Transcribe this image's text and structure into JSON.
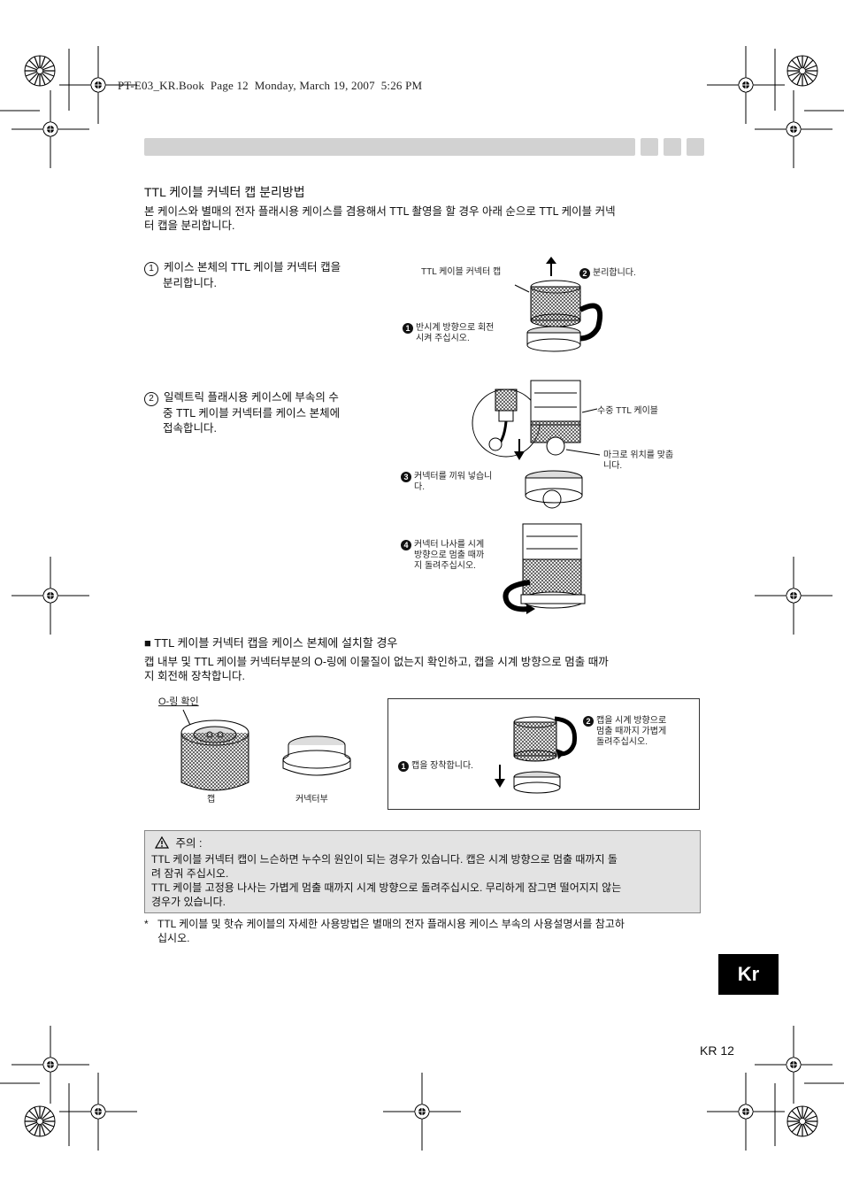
{
  "header": {
    "file_line": "PT-E03_KR.Book  Page 12  Monday, March 19, 2007  5:26 PM"
  },
  "section": {
    "title": "TTL 케이블 커넥터 캡 분리방법",
    "intro_line1": "본 케이스와 별매의 전자 플래시용 케이스를 겸용해서 TTL 촬영을 할 경우 아래 순으로 TTL 케이블 커넥",
    "intro_line2": "터 캡을 분리합니다."
  },
  "step1": {
    "num": "1",
    "line1": "케이스 본체의 TTL 케이블 커넥터 캡을",
    "line2": "분리합니다.",
    "fig": {
      "cap_label": "TTL 케이블 커넥터 캡",
      "label_2": "분리합니다.",
      "label_1_line1": "반시계 방향으로 회전",
      "label_1_line2": "시켜 주십시오."
    }
  },
  "step2": {
    "num": "2",
    "line1": "일렉트릭 플래시용 케이스에 부속의 수",
    "line2": "중 TTL 케이블 커넥터를 케이스 본체에",
    "line3": "접속합니다.",
    "fig": {
      "cable_label": "수중 TTL 케이블",
      "mark_line1": "마크로 위치를 맞춥",
      "mark_line2": "니다.",
      "label_3_line1": "커넥터를 끼워 넣습니",
      "label_3_line2": "다.",
      "label_4_line1": "커넥터 나사를 시계",
      "label_4_line2": "방향으로 멈출 때까",
      "label_4_line3": "지 돌려주십시오."
    }
  },
  "install": {
    "title": "■ TTL 케이블 커넥터 캡을 케이스 본체에 설치할 경우",
    "line1": "캡 내부 및 TTL 케이블 커넥터부분의 O-링에 이물질이 없는지 확인하고, 캡을 시계 방향으로 멈출 때까",
    "line2": "지 회전해 장착합니다.",
    "oring_label": "O-링 확인",
    "cap_label": "캡",
    "connector_label": "커넥터부",
    "box": {
      "label_1": "캡을 장착합니다.",
      "label_2_line1": "캡을 시계 방향으로",
      "label_2_line2": "멈출 때까지 가볍게",
      "label_2_line3": "돌려주십시오."
    }
  },
  "caution": {
    "title": "주의 :",
    "line1": "TTL 케이블 커넥터 캡이 느슨하면 누수의 원인이 되는 경우가 있습니다. 캡은 시계 방향으로 멈출 때까지 돌",
    "line2": "려 잠궈 주십시오.",
    "line3": "TTL 케이블 고정용 나사는 가볍게 멈출 때까지 시계 방향으로 돌려주십시오. 무리하게 잠그면 떨어지지 않는",
    "line4": "경우가 있습니다."
  },
  "footnote": {
    "mark": "*",
    "line1": "TTL 케이블 및 핫슈 케이블의 자세한 사용방법은 별매의 전자 플래시용 케이스 부속의 사용설명서를 참고하",
    "line2": "십시오."
  },
  "lang_tab": "Kr",
  "page_number": "KR 12",
  "marker_numbers": {
    "one": "1",
    "two": "2",
    "three": "3",
    "four": "4"
  }
}
